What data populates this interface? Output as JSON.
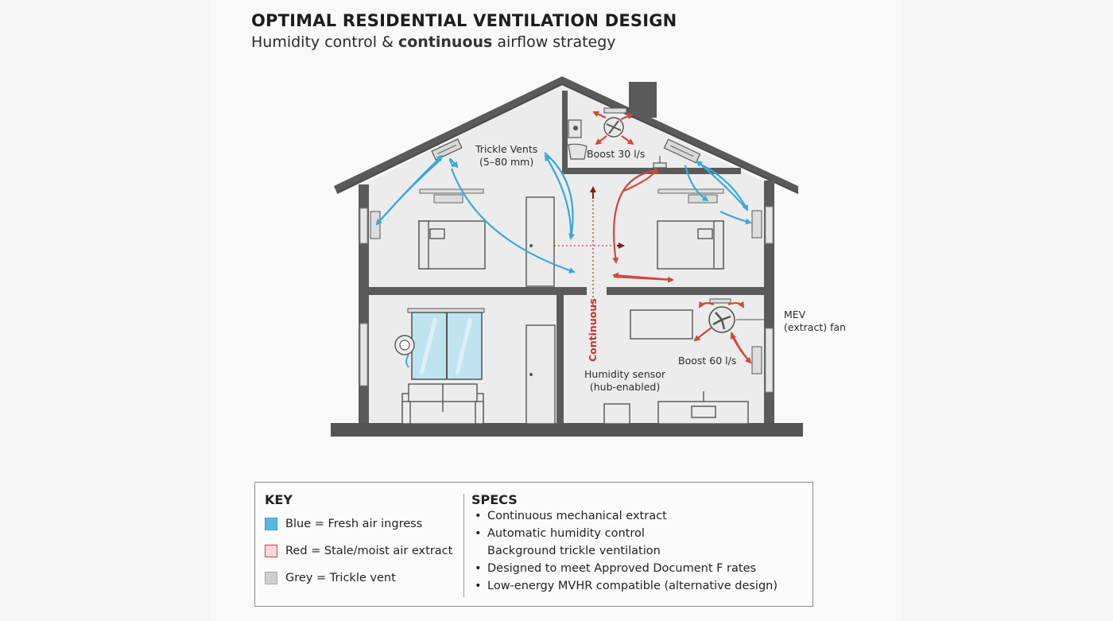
{
  "header": {
    "title": "OPTIMAL RESIDENTIAL VENTILATION DESIGN",
    "subtitle_pre": "Humidity control & ",
    "subtitle_bold": "continuous",
    "subtitle_post": " airflow strategy"
  },
  "labels": {
    "trickle_vents_line1": "Trickle Vents",
    "trickle_vents_line2": "(5–80 mm)",
    "boost_30": "Boost 30 l/s",
    "continuous": "Continuous",
    "mev_line1": "MEV",
    "mev_line2": "(extract) fan",
    "boost_60": "Boost 60 l/s",
    "humidity_line1": "Humidity sensor",
    "humidity_line2": "(hub-enabled)"
  },
  "key": {
    "title": "KEY",
    "items": [
      {
        "label": "Blue = Fresh air ingress"
      },
      {
        "label": "Red = Stale/moist air extract"
      },
      {
        "label": "Grey = Trickle vent"
      }
    ]
  },
  "specs": {
    "title": "SPECS",
    "lines": [
      {
        "bullet": true,
        "text": "Continuous mechanical extract"
      },
      {
        "bullet": true,
        "text": "Automatic humidity control"
      },
      {
        "bullet": false,
        "text": "Background trickle ventilation"
      },
      {
        "bullet": true,
        "text": "Designed to meet Approved Document F rates"
      },
      {
        "bullet": true,
        "text": "Low-energy MVHR compatible (alternative design)"
      }
    ]
  },
  "colors": {
    "fresh_air": "#3aa7dc",
    "stale_air": "#d0483f",
    "wall": "#555555"
  }
}
